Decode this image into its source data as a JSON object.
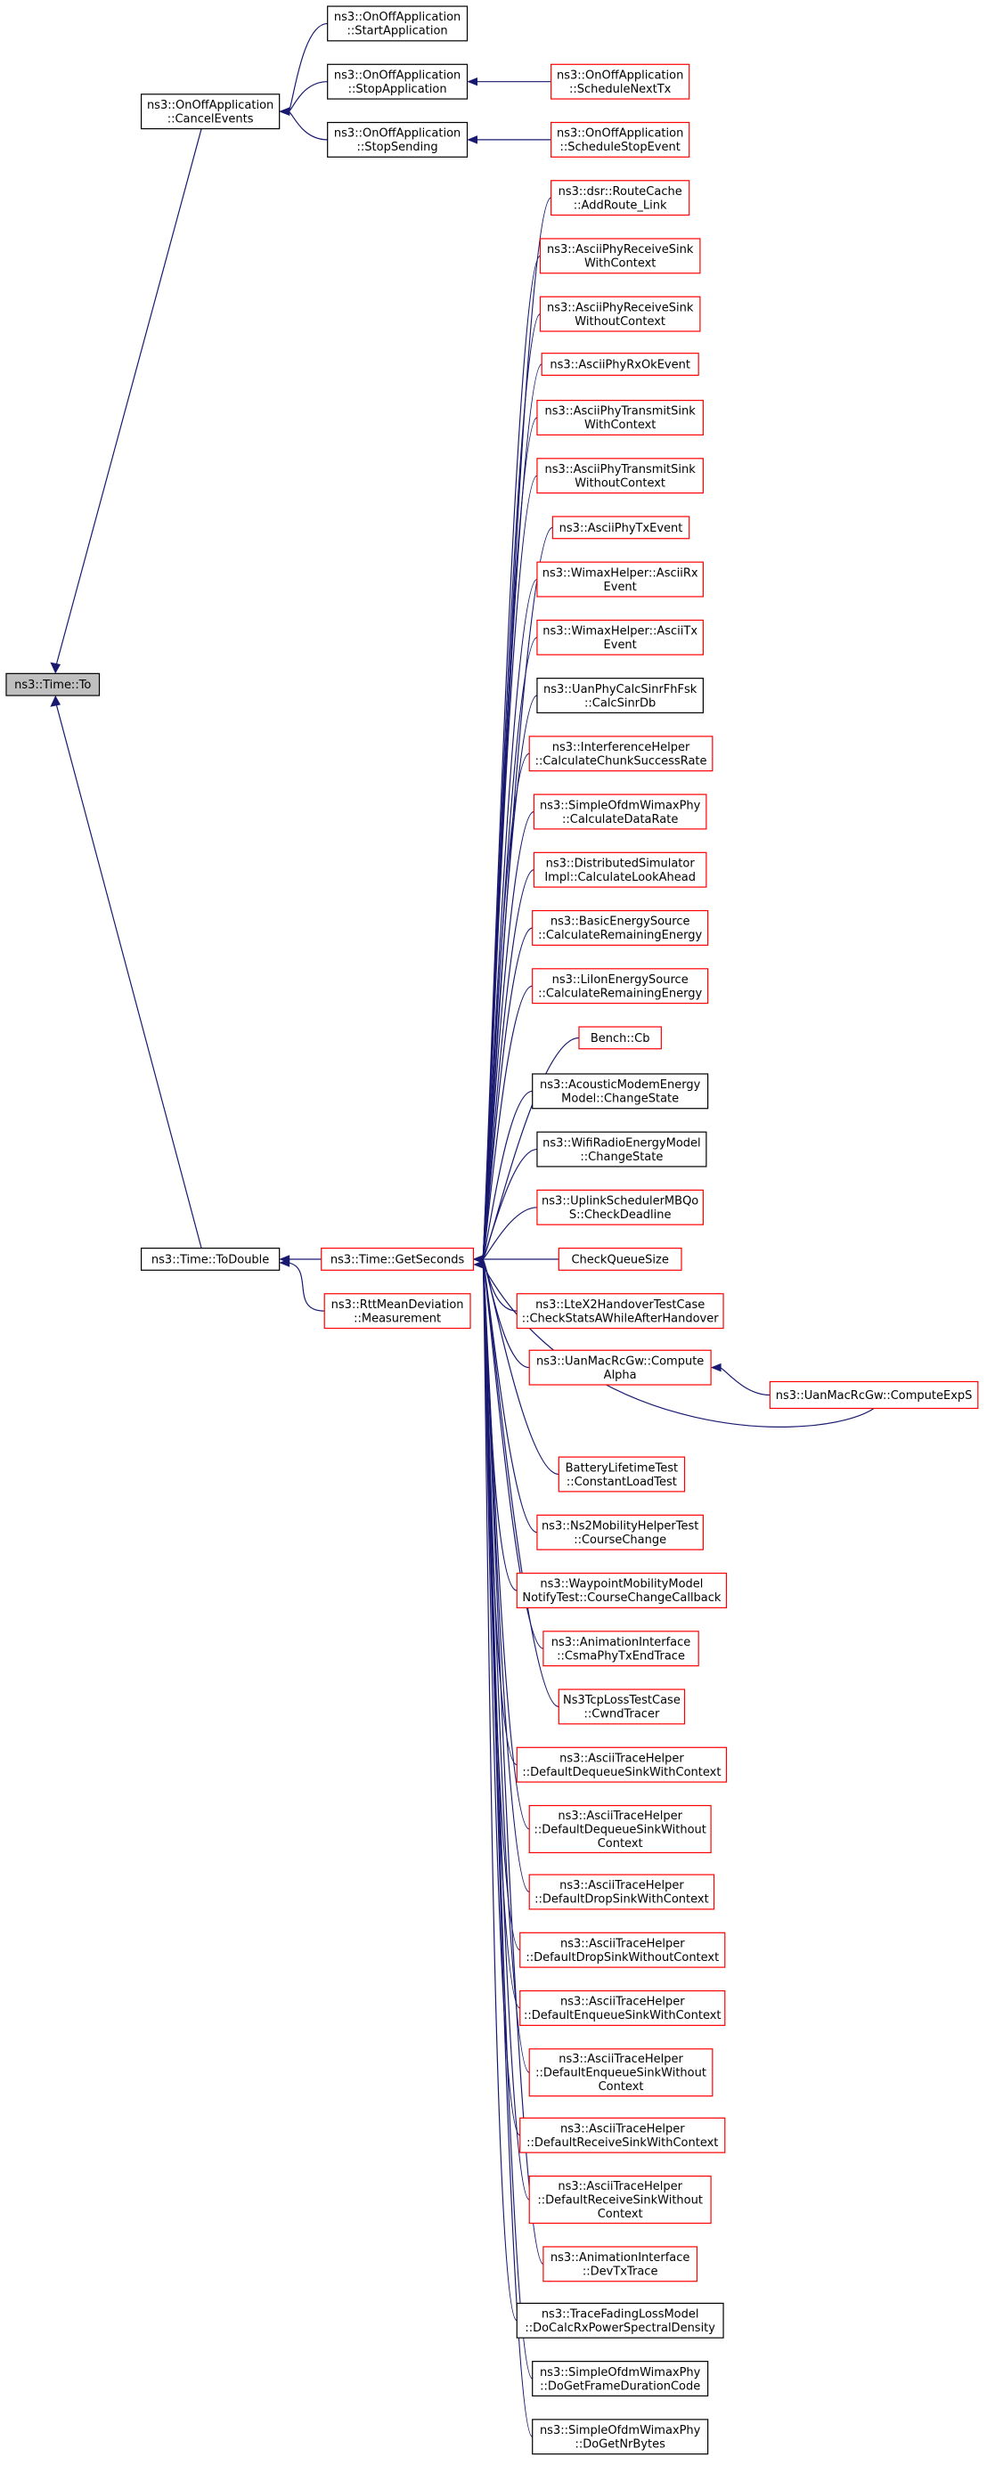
{
  "graph": {
    "edge_color": "#191970",
    "clickable_border_color": "#ff0000",
    "plain_border_color": "#000000",
    "root_fill_color": "#bfbfbf",
    "nodes": [
      {
        "id": "to",
        "lines": [
          "ns3::Time::To"
        ],
        "style": "gray"
      },
      {
        "id": "cancel_events",
        "lines": [
          "ns3::OnOffApplication",
          "::CancelEvents"
        ],
        "style": "black"
      },
      {
        "id": "start_app",
        "lines": [
          "ns3::OnOffApplication",
          "::StartApplication"
        ],
        "style": "black"
      },
      {
        "id": "stop_app",
        "lines": [
          "ns3::OnOffApplication",
          "::StopApplication"
        ],
        "style": "black"
      },
      {
        "id": "stop_sending",
        "lines": [
          "ns3::OnOffApplication",
          "::StopSending"
        ],
        "style": "black"
      },
      {
        "id": "schedule_next_tx",
        "lines": [
          "ns3::OnOffApplication",
          "::ScheduleNextTx"
        ],
        "style": "red"
      },
      {
        "id": "schedule_stop_event",
        "lines": [
          "ns3::OnOffApplication",
          "::ScheduleStopEvent"
        ],
        "style": "red"
      },
      {
        "id": "to_double",
        "lines": [
          "ns3::Time::ToDouble"
        ],
        "style": "black"
      },
      {
        "id": "get_seconds",
        "lines": [
          "ns3::Time::GetSeconds"
        ],
        "style": "red"
      },
      {
        "id": "rtt_measurement",
        "lines": [
          "ns3::RttMeanDeviation",
          "::Measurement"
        ],
        "style": "red"
      },
      {
        "id": "add_route_link",
        "lines": [
          "ns3::dsr::RouteCache",
          "::AddRoute_Link"
        ],
        "style": "red"
      },
      {
        "id": "ascii_rx_sink_with",
        "lines": [
          "ns3::AsciiPhyReceiveSink",
          "WithContext"
        ],
        "style": "red"
      },
      {
        "id": "ascii_rx_sink_without",
        "lines": [
          "ns3::AsciiPhyReceiveSink",
          "WithoutContext"
        ],
        "style": "red"
      },
      {
        "id": "ascii_rx_ok",
        "lines": [
          "ns3::AsciiPhyRxOkEvent"
        ],
        "style": "red"
      },
      {
        "id": "ascii_tx_sink_with",
        "lines": [
          "ns3::AsciiPhyTransmitSink",
          "WithContext"
        ],
        "style": "red"
      },
      {
        "id": "ascii_tx_sink_without",
        "lines": [
          "ns3::AsciiPhyTransmitSink",
          "WithoutContext"
        ],
        "style": "red"
      },
      {
        "id": "ascii_tx_event",
        "lines": [
          "ns3::AsciiPhyTxEvent"
        ],
        "style": "red"
      },
      {
        "id": "wimax_ascii_rx",
        "lines": [
          "ns3::WimaxHelper::AsciiRx",
          "Event"
        ],
        "style": "red"
      },
      {
        "id": "wimax_ascii_tx",
        "lines": [
          "ns3::WimaxHelper::AsciiTx",
          "Event"
        ],
        "style": "red"
      },
      {
        "id": "calc_sinr_db",
        "lines": [
          "ns3::UanPhyCalcSinrFhFsk",
          "::CalcSinrDb"
        ],
        "style": "black"
      },
      {
        "id": "chunk_success",
        "lines": [
          "ns3::InterferenceHelper",
          "::CalculateChunkSuccessRate"
        ],
        "style": "red"
      },
      {
        "id": "calc_data_rate",
        "lines": [
          "ns3::SimpleOfdmWimaxPhy",
          "::CalculateDataRate"
        ],
        "style": "red"
      },
      {
        "id": "calc_lookahead",
        "lines": [
          "ns3::DistributedSimulator",
          "Impl::CalculateLookAhead"
        ],
        "style": "red"
      },
      {
        "id": "basic_energy",
        "lines": [
          "ns3::BasicEnergySource",
          "::CalculateRemainingEnergy"
        ],
        "style": "red"
      },
      {
        "id": "liion_energy",
        "lines": [
          "ns3::LiIonEnergySource",
          "::CalculateRemainingEnergy"
        ],
        "style": "red"
      },
      {
        "id": "bench_cb",
        "lines": [
          "Bench::Cb"
        ],
        "style": "red"
      },
      {
        "id": "acoustic_change",
        "lines": [
          "ns3::AcousticModemEnergy",
          "Model::ChangeState"
        ],
        "style": "black"
      },
      {
        "id": "wifi_change",
        "lines": [
          "ns3::WifiRadioEnergyModel",
          "::ChangeState"
        ],
        "style": "black"
      },
      {
        "id": "uplink_deadline",
        "lines": [
          "ns3::UplinkSchedulerMBQo",
          "S::CheckDeadline"
        ],
        "style": "red"
      },
      {
        "id": "check_queue",
        "lines": [
          "CheckQueueSize"
        ],
        "style": "red"
      },
      {
        "id": "ltex2",
        "lines": [
          "ns3::LteX2HandoverTestCase",
          "::CheckStatsAWhileAfterHandover"
        ],
        "style": "red"
      },
      {
        "id": "compute_alpha",
        "lines": [
          "ns3::UanMacRcGw::Compute",
          "Alpha"
        ],
        "style": "red"
      },
      {
        "id": "compute_exps",
        "lines": [
          "ns3::UanMacRcGw::ComputeExpS"
        ],
        "style": "red"
      },
      {
        "id": "battery_test",
        "lines": [
          "BatteryLifetimeTest",
          "::ConstantLoadTest"
        ],
        "style": "red"
      },
      {
        "id": "ns2_course",
        "lines": [
          "ns3::Ns2MobilityHelperTest",
          "::CourseChange"
        ],
        "style": "red"
      },
      {
        "id": "waypoint_course",
        "lines": [
          "ns3::WaypointMobilityModel",
          "NotifyTest::CourseChangeCallback"
        ],
        "style": "red"
      },
      {
        "id": "csma_tx_end",
        "lines": [
          "ns3::AnimationInterface",
          "::CsmaPhyTxEndTrace"
        ],
        "style": "red"
      },
      {
        "id": "cwnd_tracer",
        "lines": [
          "Ns3TcpLossTestCase",
          "::CwndTracer"
        ],
        "style": "red"
      },
      {
        "id": "deq_with",
        "lines": [
          "ns3::AsciiTraceHelper",
          "::DefaultDequeueSinkWithContext"
        ],
        "style": "red"
      },
      {
        "id": "deq_without",
        "lines": [
          "ns3::AsciiTraceHelper",
          "::DefaultDequeueSinkWithout",
          "Context"
        ],
        "style": "red"
      },
      {
        "id": "drop_with",
        "lines": [
          "ns3::AsciiTraceHelper",
          "::DefaultDropSinkWithContext"
        ],
        "style": "red"
      },
      {
        "id": "drop_without",
        "lines": [
          "ns3::AsciiTraceHelper",
          "::DefaultDropSinkWithoutContext"
        ],
        "style": "red"
      },
      {
        "id": "enq_with",
        "lines": [
          "ns3::AsciiTraceHelper",
          "::DefaultEnqueueSinkWithContext"
        ],
        "style": "red"
      },
      {
        "id": "enq_without",
        "lines": [
          "ns3::AsciiTraceHelper",
          "::DefaultEnqueueSinkWithout",
          "Context"
        ],
        "style": "red"
      },
      {
        "id": "recv_with",
        "lines": [
          "ns3::AsciiTraceHelper",
          "::DefaultReceiveSinkWithContext"
        ],
        "style": "red"
      },
      {
        "id": "recv_without",
        "lines": [
          "ns3::AsciiTraceHelper",
          "::DefaultReceiveSinkWithout",
          "Context"
        ],
        "style": "red"
      },
      {
        "id": "dev_tx_trace",
        "lines": [
          "ns3::AnimationInterface",
          "::DevTxTrace"
        ],
        "style": "red"
      },
      {
        "id": "fading_psd",
        "lines": [
          "ns3::TraceFadingLossModel",
          "::DoCalcRxPowerSpectralDensity"
        ],
        "style": "black"
      },
      {
        "id": "frame_duration",
        "lines": [
          "ns3::SimpleOfdmWimaxPhy",
          "::DoGetFrameDurationCode"
        ],
        "style": "black"
      },
      {
        "id": "nr_bytes",
        "lines": [
          "ns3::SimpleOfdmWimaxPhy",
          "::DoGetNrBytes"
        ],
        "style": "black"
      }
    ],
    "edges": [
      {
        "from": "cancel_events",
        "to": "to"
      },
      {
        "from": "to_double",
        "to": "to"
      },
      {
        "from": "start_app",
        "to": "cancel_events"
      },
      {
        "from": "stop_app",
        "to": "cancel_events"
      },
      {
        "from": "stop_sending",
        "to": "cancel_events"
      },
      {
        "from": "schedule_next_tx",
        "to": "stop_app"
      },
      {
        "from": "schedule_stop_event",
        "to": "stop_sending"
      },
      {
        "from": "get_seconds",
        "to": "to_double"
      },
      {
        "from": "rtt_measurement",
        "to": "to_double"
      },
      {
        "from": "compute_exps",
        "to": "compute_alpha"
      },
      {
        "from": "add_route_link",
        "to": "get_seconds"
      },
      {
        "from": "ascii_rx_sink_with",
        "to": "get_seconds"
      },
      {
        "from": "ascii_rx_sink_without",
        "to": "get_seconds"
      },
      {
        "from": "ascii_rx_ok",
        "to": "get_seconds"
      },
      {
        "from": "ascii_tx_sink_with",
        "to": "get_seconds"
      },
      {
        "from": "ascii_tx_sink_without",
        "to": "get_seconds"
      },
      {
        "from": "ascii_tx_event",
        "to": "get_seconds"
      },
      {
        "from": "wimax_ascii_rx",
        "to": "get_seconds"
      },
      {
        "from": "wimax_ascii_tx",
        "to": "get_seconds"
      },
      {
        "from": "calc_sinr_db",
        "to": "get_seconds"
      },
      {
        "from": "chunk_success",
        "to": "get_seconds"
      },
      {
        "from": "calc_data_rate",
        "to": "get_seconds"
      },
      {
        "from": "calc_lookahead",
        "to": "get_seconds"
      },
      {
        "from": "basic_energy",
        "to": "get_seconds"
      },
      {
        "from": "liion_energy",
        "to": "get_seconds"
      },
      {
        "from": "bench_cb",
        "to": "get_seconds"
      },
      {
        "from": "acoustic_change",
        "to": "get_seconds"
      },
      {
        "from": "wifi_change",
        "to": "get_seconds"
      },
      {
        "from": "uplink_deadline",
        "to": "get_seconds"
      },
      {
        "from": "check_queue",
        "to": "get_seconds"
      },
      {
        "from": "ltex2",
        "to": "get_seconds"
      },
      {
        "from": "compute_alpha",
        "to": "get_seconds"
      },
      {
        "from": "compute_exps",
        "to": "get_seconds"
      },
      {
        "from": "battery_test",
        "to": "get_seconds"
      },
      {
        "from": "ns2_course",
        "to": "get_seconds"
      },
      {
        "from": "waypoint_course",
        "to": "get_seconds"
      },
      {
        "from": "csma_tx_end",
        "to": "get_seconds"
      },
      {
        "from": "cwnd_tracer",
        "to": "get_seconds"
      },
      {
        "from": "deq_with",
        "to": "get_seconds"
      },
      {
        "from": "deq_without",
        "to": "get_seconds"
      },
      {
        "from": "drop_with",
        "to": "get_seconds"
      },
      {
        "from": "drop_without",
        "to": "get_seconds"
      },
      {
        "from": "enq_with",
        "to": "get_seconds"
      },
      {
        "from": "enq_without",
        "to": "get_seconds"
      },
      {
        "from": "recv_with",
        "to": "get_seconds"
      },
      {
        "from": "recv_without",
        "to": "get_seconds"
      },
      {
        "from": "dev_tx_trace",
        "to": "get_seconds"
      },
      {
        "from": "fading_psd",
        "to": "get_seconds"
      },
      {
        "from": "frame_duration",
        "to": "get_seconds"
      },
      {
        "from": "nr_bytes",
        "to": "get_seconds"
      }
    ]
  }
}
